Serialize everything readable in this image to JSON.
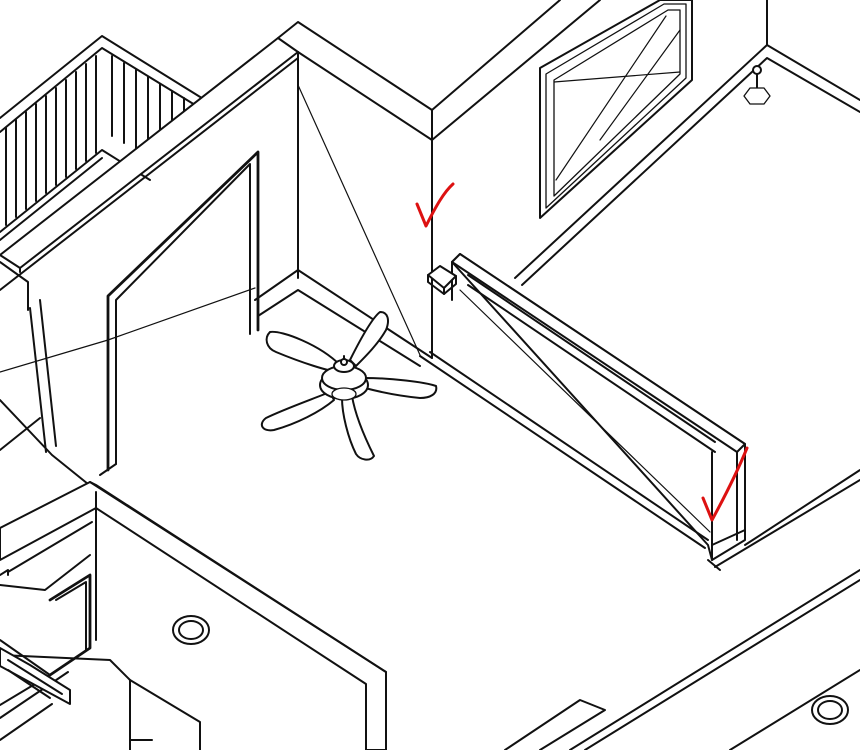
{
  "drawing": {
    "style": "isometric-line-drawing",
    "line_color": "#111111",
    "background_color": "#ffffff"
  },
  "annotations": {
    "color": "#dd1111",
    "marks": [
      {
        "name": "check-mark-wall-corner",
        "symbol": "check"
      },
      {
        "name": "check-mark-half-wall-end",
        "symbol": "check"
      }
    ]
  },
  "objects": {
    "ceiling_fan": {
      "blades": 5,
      "icon": "ceiling-fan-icon"
    },
    "light_fixtures": {
      "count": 3,
      "icon": "recessed-light-icon"
    },
    "pendant_light": {
      "icon": "pendant-light-icon"
    },
    "railing": {
      "icon": "balcony-railing-icon"
    },
    "window": {
      "icon": "window-icon"
    }
  }
}
